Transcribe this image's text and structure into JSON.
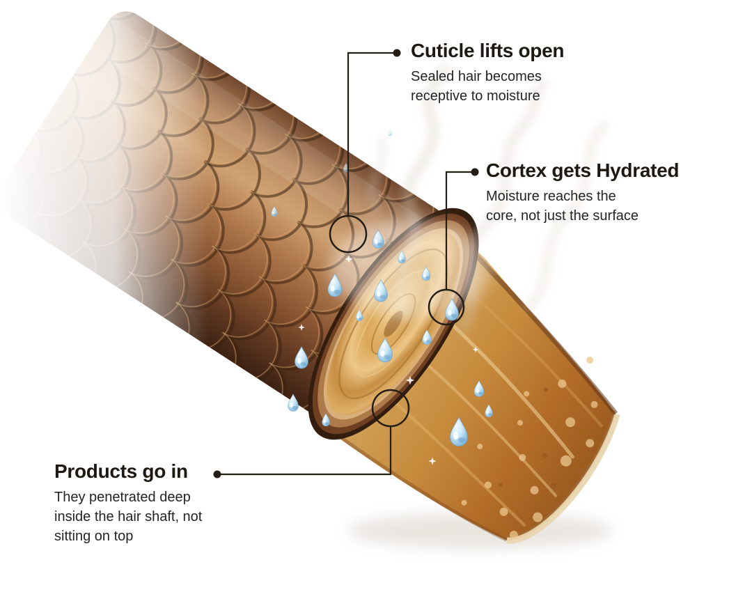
{
  "page": {
    "background": "#ffffff",
    "subject": "hair-shaft-moisture-diagram"
  },
  "callouts": [
    {
      "id": "cuticle",
      "heading": "Cuticle lifts open",
      "body": "Sealed hair becomes\nreceptive to moisture"
    },
    {
      "id": "cortex",
      "heading": "Cortex gets Hydrated",
      "body": "Moisture reaches the\ncore, not just the surface"
    },
    {
      "id": "products",
      "heading": "Products go in",
      "body": "They penetrated deep\ninside the hair shaft, not\nsitting on top"
    }
  ],
  "illustration": {
    "subject": "hair-shaft-cross-section",
    "elements": [
      "cuticle-scales",
      "cut-ring",
      "cortex-face",
      "cortex-trough",
      "water-droplets",
      "steam",
      "sparkles"
    ],
    "colors": {
      "cuticle": "#8a5736",
      "cortex": "#c98f45",
      "droplet": "#9ccbe9",
      "annotation_line": "#231d15"
    }
  }
}
